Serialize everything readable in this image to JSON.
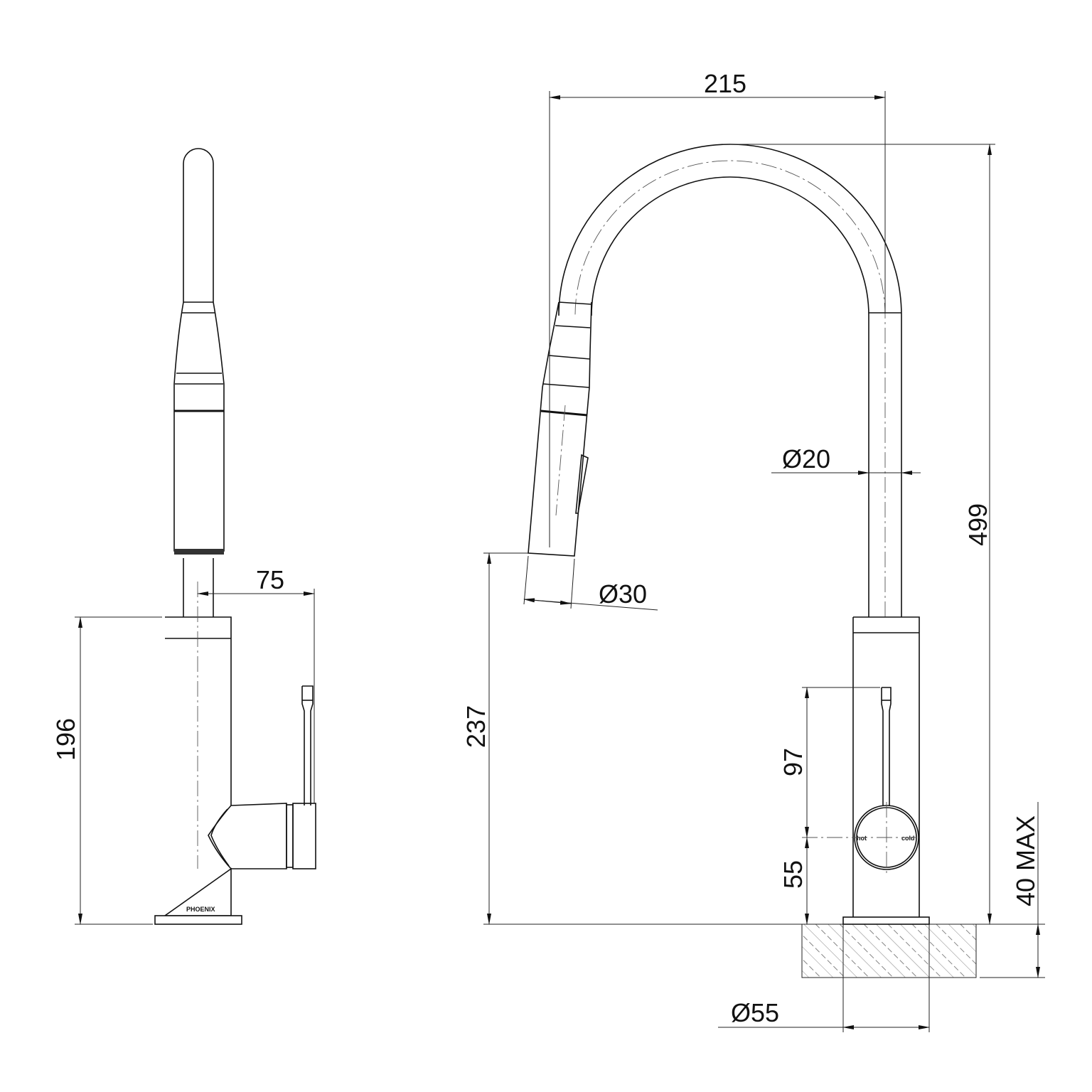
{
  "side_view": {
    "brand_mark": "PHOENIX",
    "dimensions": {
      "height_body": "196",
      "lever_reach": "75"
    }
  },
  "front_view": {
    "dimensions": {
      "spout_reach": "215",
      "overall_height": "499",
      "spout_diameter": "Ø20",
      "head_diameter": "Ø30",
      "outlet_height": "237",
      "lever_height": "97",
      "handle_center_height": "55",
      "bench_thickness": "40 MAX",
      "base_diameter": "Ø55"
    },
    "handle_labels": {
      "hot": "hot",
      "cold": "cold"
    }
  }
}
